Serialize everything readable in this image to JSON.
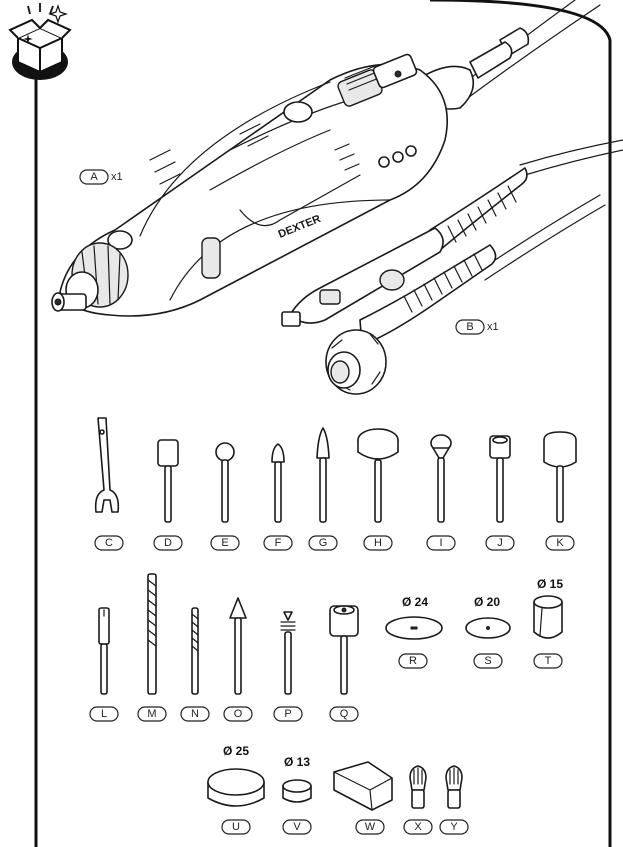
{
  "brand": "DEXTER",
  "items": {
    "A": {
      "letter": "A",
      "qty": "x1"
    },
    "B": {
      "letter": "B",
      "qty": "x1"
    },
    "C": {
      "letter": "C"
    },
    "D": {
      "letter": "D"
    },
    "E": {
      "letter": "E"
    },
    "F": {
      "letter": "F"
    },
    "G": {
      "letter": "G"
    },
    "H": {
      "letter": "H"
    },
    "I": {
      "letter": "I"
    },
    "J": {
      "letter": "J"
    },
    "K": {
      "letter": "K"
    },
    "L": {
      "letter": "L"
    },
    "M": {
      "letter": "M"
    },
    "N": {
      "letter": "N"
    },
    "O": {
      "letter": "O"
    },
    "P": {
      "letter": "P"
    },
    "Q": {
      "letter": "Q"
    },
    "R": {
      "letter": "R",
      "diameter": "Ø 24"
    },
    "S": {
      "letter": "S",
      "diameter": "Ø 20"
    },
    "T": {
      "letter": "T",
      "diameter": "Ø 15"
    },
    "U": {
      "letter": "U",
      "diameter": "Ø 25"
    },
    "V": {
      "letter": "V",
      "diameter": "Ø 13"
    },
    "W": {
      "letter": "W"
    },
    "X": {
      "letter": "X"
    },
    "Y": {
      "letter": "Y"
    }
  }
}
